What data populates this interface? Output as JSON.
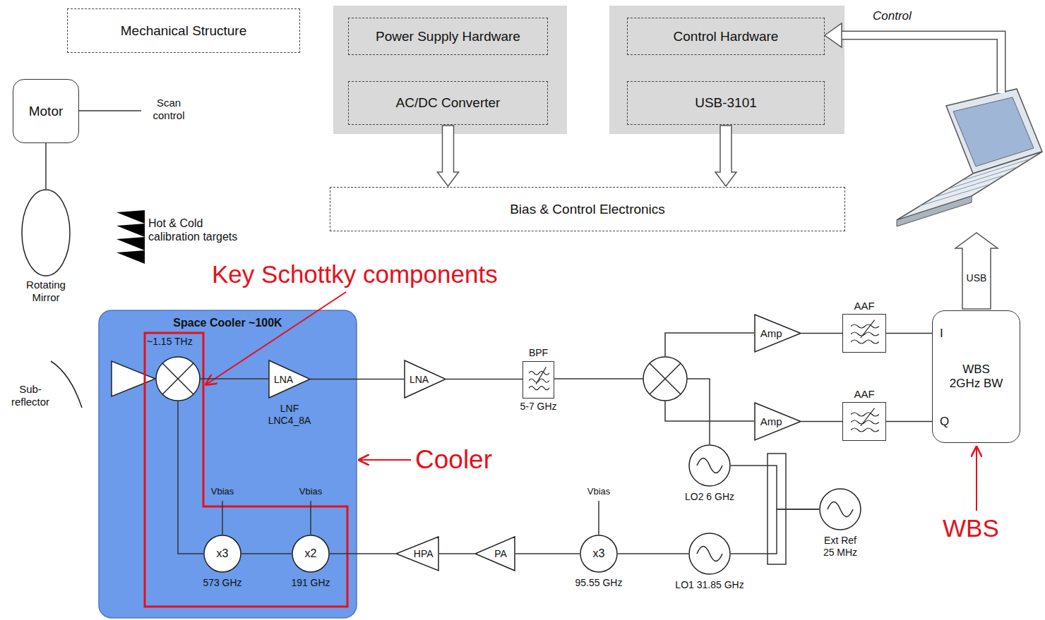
{
  "diagram": {
    "nodes": [
      {
        "text": [
          "Mechanical Structure"
        ]
      },
      {
        "text": [
          "Power Supply Hardware"
        ]
      },
      {
        "text": [
          "AC/DC Converter"
        ]
      },
      {
        "text": [
          "Control Hardware"
        ]
      },
      {
        "text": [
          "USB-3101"
        ]
      },
      {
        "text": [
          "Bias & Control Electronics"
        ]
      },
      {
        "text": [
          "Motor"
        ]
      },
      {
        "text": [
          "Rotating Mirror"
        ]
      },
      {
        "text": [
          "Space Cooler ~100K"
        ]
      },
      {
        "text": [
          "~1.15 THz"
        ],
        "in": 8
      },
      {
        "text": [
          "LNA",
          "LNF LNC4_8A"
        ],
        "in": 8
      },
      {
        "text": [
          "x3",
          "573 GHz"
        ],
        "in": 8
      },
      {
        "text": [
          "x2",
          "191 GHz"
        ],
        "in": 8
      },
      {
        "text": [
          "LNA"
        ]
      },
      {
        "text": [
          "BPF",
          "5-7 GHz"
        ]
      },
      {
        "text": [
          "Amp"
        ]
      },
      {
        "text": [
          "Amp"
        ]
      },
      {
        "text": [
          "AAF"
        ]
      },
      {
        "text": [
          "AAF"
        ]
      },
      {
        "text": [
          "WBS 2GHz BW",
          "I",
          "Q"
        ]
      },
      {
        "text": [
          "HPA"
        ]
      },
      {
        "text": [
          "PA"
        ]
      },
      {
        "text": [
          "x3",
          "95.55 GHz"
        ]
      },
      {
        "text": [
          "LO2 6 GHz"
        ]
      },
      {
        "text": [
          "LO1 31.85 GHz"
        ]
      },
      {
        "text": [
          "Ext Ref 25 MHz"
        ]
      }
    ],
    "edges": [
      {
        "from": 2,
        "to": 5,
        "arrow": "to"
      },
      {
        "from": 4,
        "to": 5,
        "arrow": "to"
      },
      {
        "from": 6,
        "to": 7,
        "arrow": "none"
      },
      {
        "from": 9,
        "to": 10,
        "arrow": "none"
      },
      {
        "from": 10,
        "to": 13,
        "arrow": "none"
      },
      {
        "from": 13,
        "to": 14,
        "arrow": "none"
      },
      {
        "from": 11,
        "to": 9,
        "arrow": "none"
      },
      {
        "from": 12,
        "to": 11,
        "arrow": "none"
      },
      {
        "from": 20,
        "to": 12,
        "arrow": "none"
      },
      {
        "from": 21,
        "to": 20,
        "arrow": "none"
      },
      {
        "from": 22,
        "to": 21,
        "arrow": "none"
      },
      {
        "from": 24,
        "to": 22,
        "arrow": "none"
      },
      {
        "from": 15,
        "to": 17,
        "arrow": "none"
      },
      {
        "from": 16,
        "to": 18,
        "arrow": "none"
      },
      {
        "from": 17,
        "to": 19,
        "arrow": "none"
      },
      {
        "from": 18,
        "to": 19,
        "arrow": "none"
      },
      {
        "from": 25,
        "to": 23,
        "arrow": "none"
      },
      {
        "from": 25,
        "to": 24,
        "arrow": "none"
      }
    ],
    "labels": [
      "Scan control",
      "Hot & Cold calibration targets",
      "Sub- reflector",
      "Key Schottky components",
      "Vbias",
      "Vbias",
      "Vbias",
      "Cooler",
      "USB",
      "Control",
      "WBS"
    ]
  }
}
